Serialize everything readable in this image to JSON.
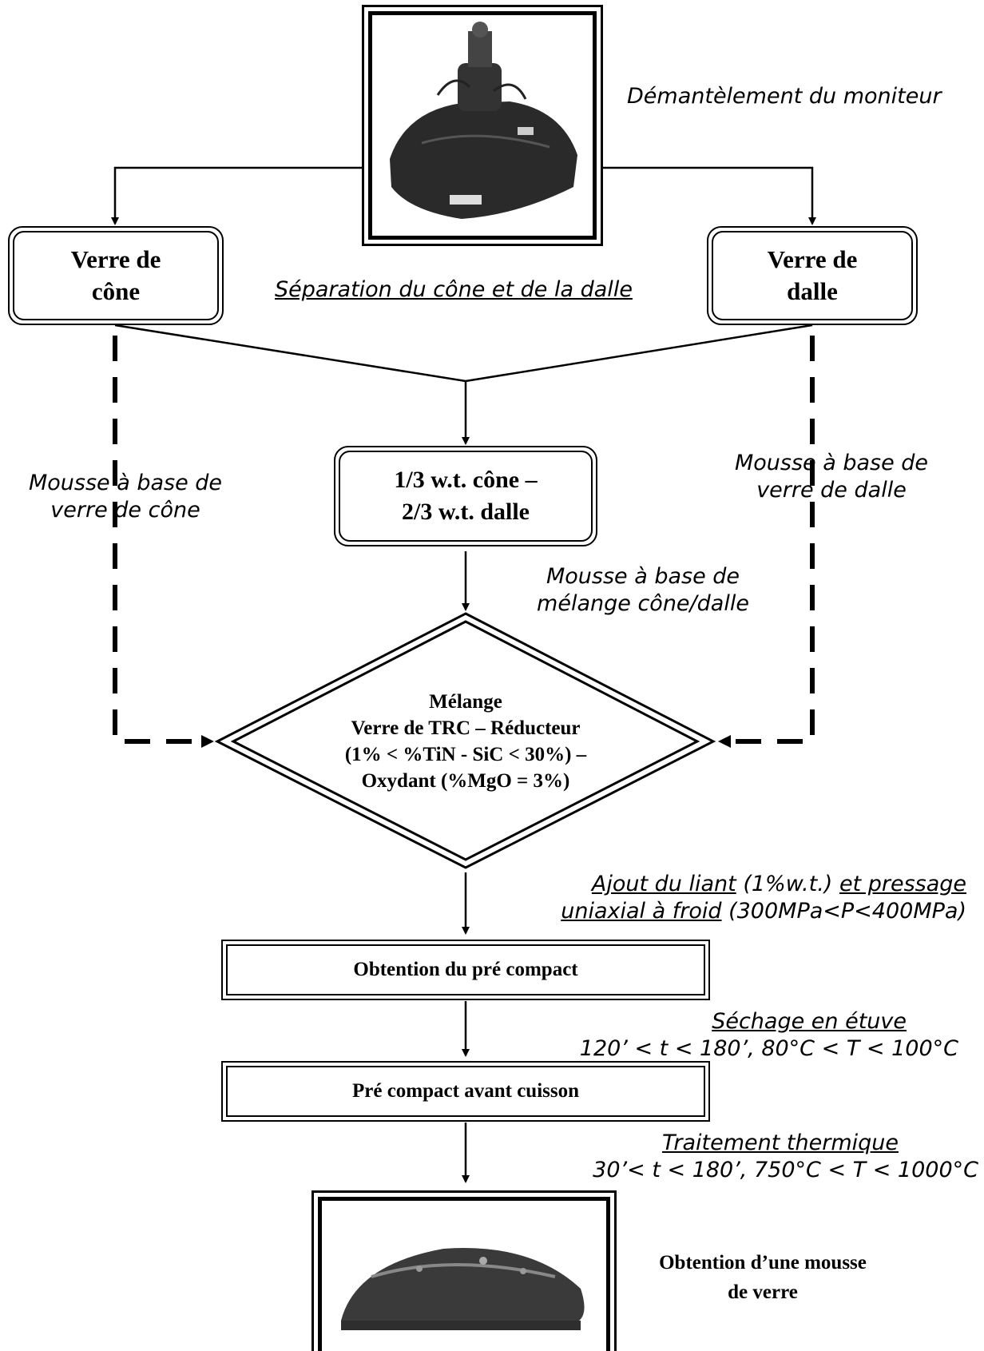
{
  "nodes": {
    "verre_cone": [
      "Verre de",
      "cône"
    ],
    "verre_dalle": [
      "Verre de",
      "dalle"
    ],
    "melange_box": [
      "1/3 w.t. cône –",
      "2/3 w.t. dalle"
    ],
    "diamond": [
      "Mélange",
      "Verre de TRC – Réducteur",
      "(1% < %TiN - SiC < 30%) –",
      "Oxydant (%MgO = 3%)"
    ],
    "pre_compact": "Obtention du pré compact",
    "avant_cuisson": "Pré compact avant cuisson",
    "mousse_result": [
      "Obtention d’une mousse",
      "de verre"
    ]
  },
  "labels": {
    "demantelement": "Démantèlement du moniteur",
    "separation": "Séparation du cône et de la dalle",
    "mousse_cone": [
      "Mousse à base de",
      "verre de cône"
    ],
    "mousse_dalle": [
      "Mousse à base de",
      "verre de  dalle"
    ],
    "mousse_melange": [
      "Mousse à base de",
      "mélange cône/dalle"
    ],
    "liant": {
      "part1": "Ajout du liant",
      "part2": " (1%w.t.) ",
      "part3": "et pressage",
      "part4": "uniaxial à froid",
      "part5": " (300MPa<P<400MPa)"
    },
    "sechage": [
      "Séchage en étuve",
      "120’ < t < 180’, 80°C < T < 100°C"
    ],
    "traitement": [
      "Traitement thermique",
      "30’< t < 180’, 750°C < T < 1000°C"
    ]
  }
}
